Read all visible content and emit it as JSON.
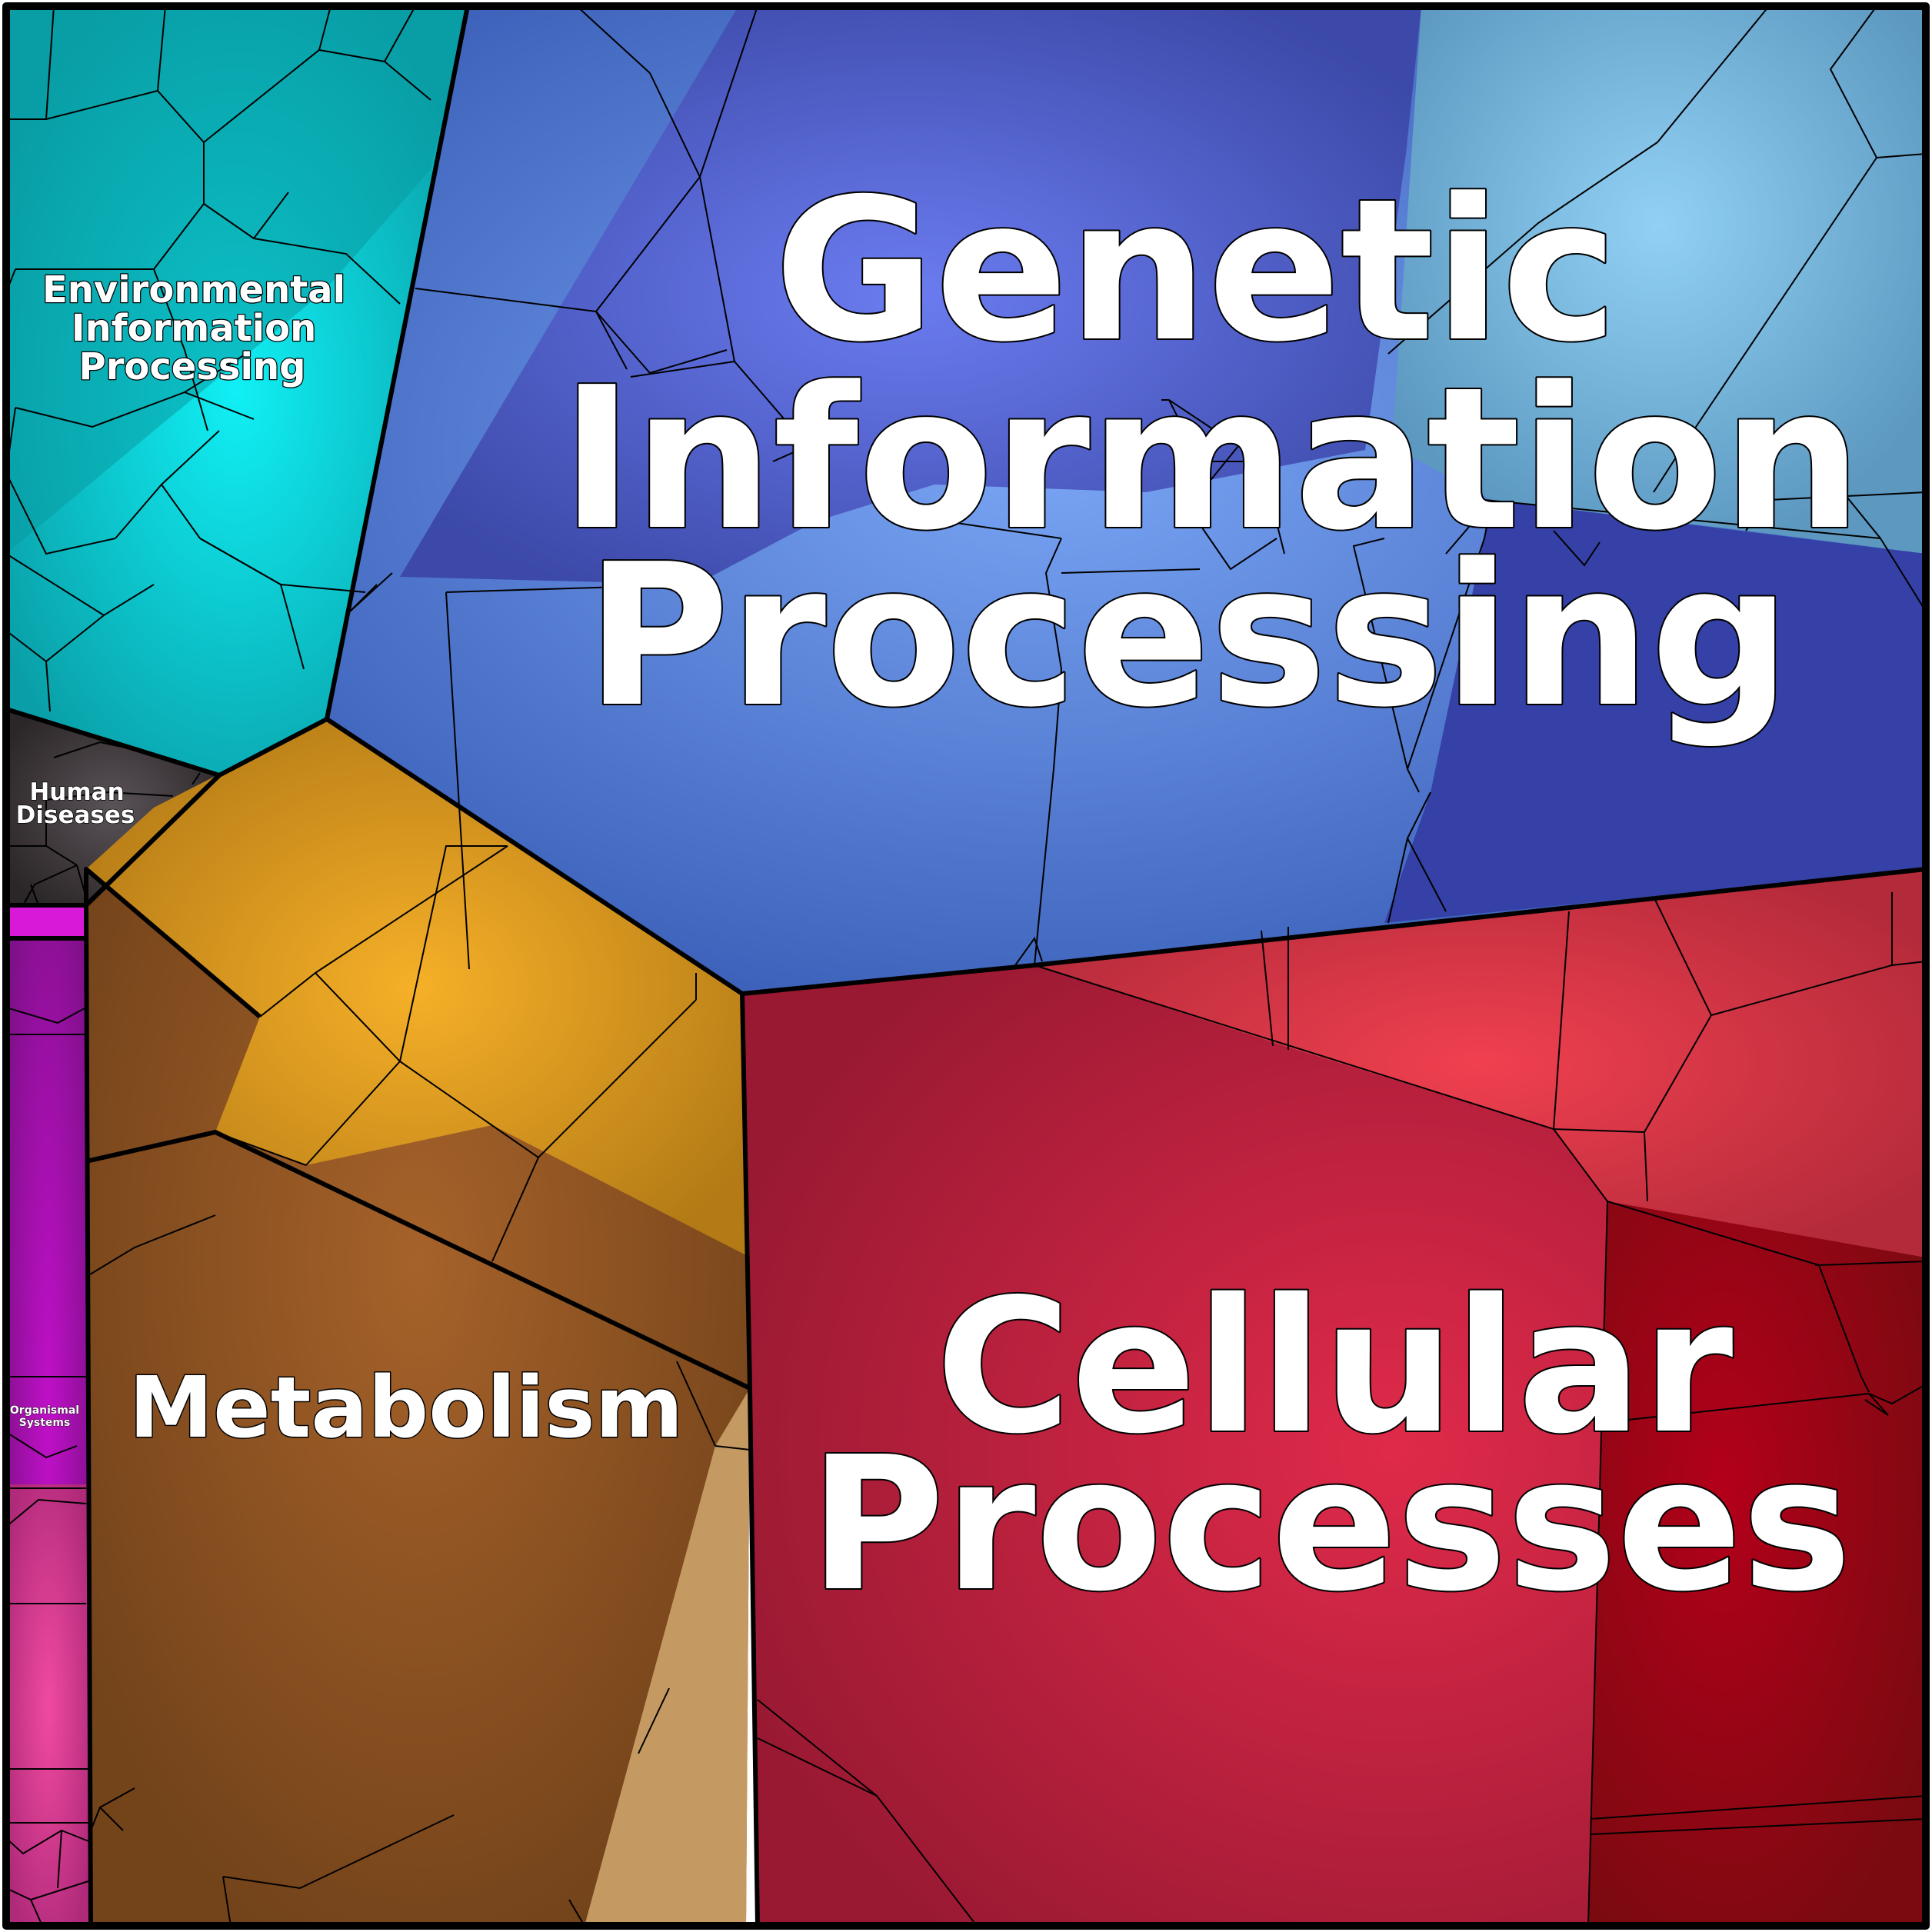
{
  "diagram": {
    "type": "voronoi-treemap",
    "categories": [
      {
        "id": "genetic",
        "label_lines": [
          "Genetic",
          "Information",
          "Processing"
        ],
        "color": "#5a7fd6"
      },
      {
        "id": "cellular",
        "label_lines": [
          "Cellular",
          "Processes"
        ],
        "color": "#b51f3a"
      },
      {
        "id": "metabolism",
        "label_lines": [
          "Metabolism"
        ],
        "color": "#9a5a20"
      },
      {
        "id": "environmental",
        "label_lines": [
          "Environmental",
          "Information",
          "Processing"
        ],
        "color": "#0fb8c4"
      },
      {
        "id": "human",
        "label_lines": [
          "Human",
          "Diseases"
        ],
        "color": "#3d3638"
      },
      {
        "id": "organismal",
        "label_lines": [
          "Organismal",
          "Systems"
        ],
        "color": "#a0109f"
      }
    ]
  }
}
